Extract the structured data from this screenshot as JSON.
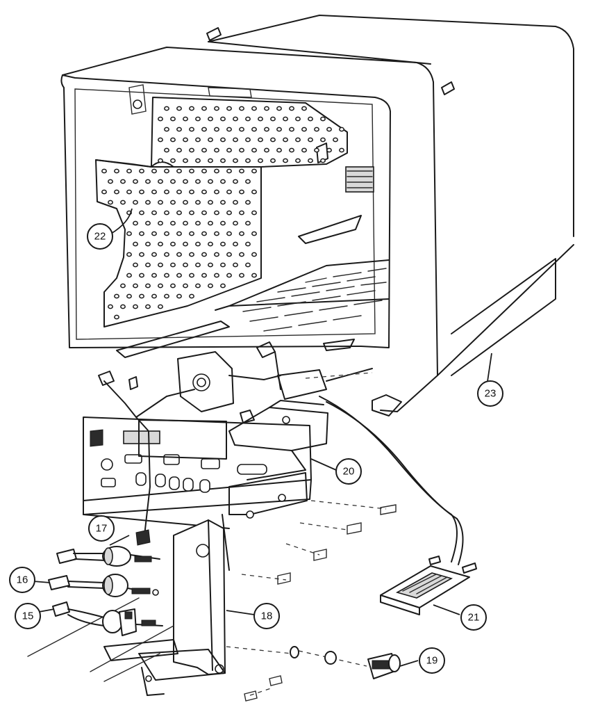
{
  "diagram": {
    "callouts": {
      "c15": "15",
      "c16": "16",
      "c17": "17",
      "c18": "18",
      "c19": "19",
      "c20": "20",
      "c21": "21",
      "c22": "22",
      "c23": "23"
    }
  }
}
